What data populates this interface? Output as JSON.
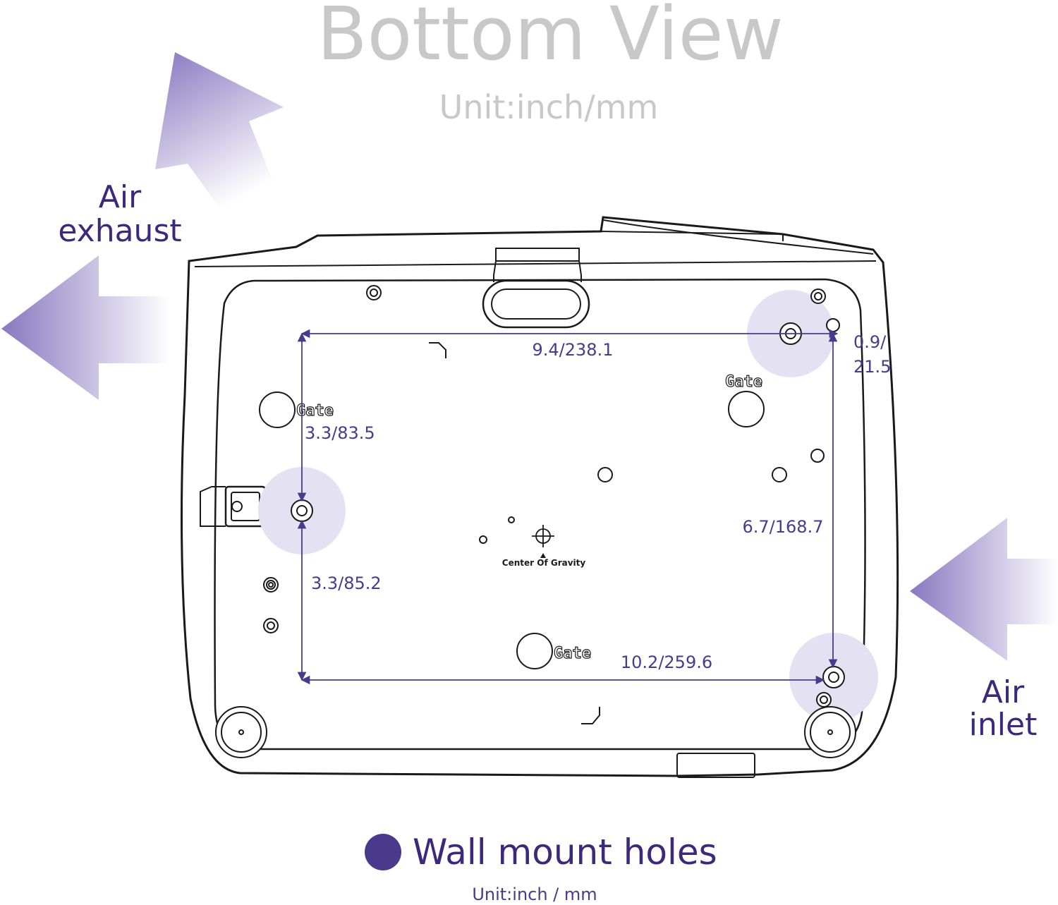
{
  "header": {
    "title": "Bottom View",
    "unit": "Unit:inch/mm"
  },
  "airflow": {
    "exhaust_line1": "Air",
    "exhaust_line2": "exhaust",
    "inlet_line1": "Air",
    "inlet_line2": "inlet"
  },
  "labels": {
    "gate": "Gate",
    "center_of_gravity": "Center Of Gravity"
  },
  "dimensions": {
    "top_width": "9.4/238.1",
    "bottom_width": "10.2/259.6",
    "right_offset_line1": "0.9/",
    "right_offset_line2": "21.5",
    "left_upper": "3.3/83.5",
    "left_lower": "3.3/85.2",
    "right_height": "6.7/168.7"
  },
  "legend": {
    "label": "Wall mount holes",
    "unit": "Unit:inch / mm"
  },
  "colors": {
    "accent": "#4a3a8c",
    "mount_highlight": "#e4e1f3",
    "title_gray": "#c8c8c8",
    "outline": "#1a1a1a"
  }
}
